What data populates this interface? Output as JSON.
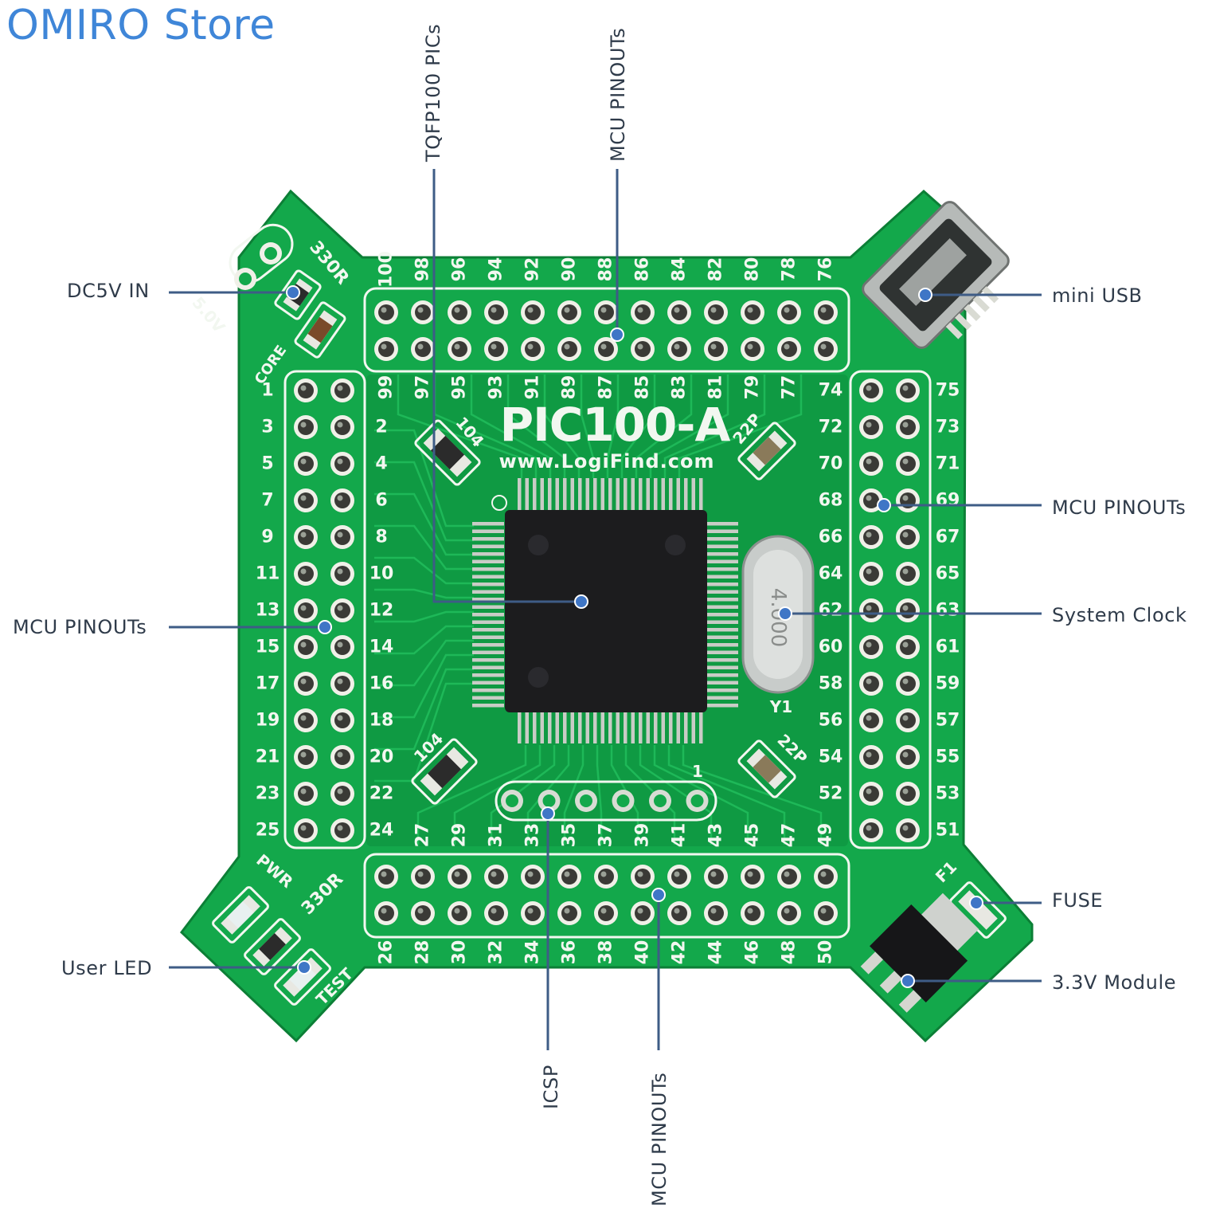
{
  "brand": "OMIRO Store",
  "colors": {
    "pcb": "#13a84b",
    "pcb_dark": "#0c7f36",
    "silk": "#f2f7f0",
    "chip": "#1c1c1e",
    "callout_line": "#3e5c86",
    "callout_dot": "#3f76c6",
    "brand": "#3f86d8"
  },
  "board": {
    "name": "PIC100-A",
    "url": "www.LogiFind.com",
    "silk_labels": {
      "c104": "104",
      "c22p": "22P",
      "r330": "330R",
      "v50": "5.0V",
      "core": "CORE",
      "pwr": "PWR",
      "test": "TEST",
      "y1": "Y1",
      "f1": "F1",
      "crystal": "4.000",
      "icsp_pin": "1"
    },
    "pins_top_odd": [
      "99",
      "97",
      "95",
      "93",
      "91",
      "89",
      "87",
      "85",
      "83",
      "81",
      "79",
      "77"
    ],
    "pins_top_even": [
      "100",
      "98",
      "96",
      "94",
      "92",
      "90",
      "88",
      "86",
      "84",
      "82",
      "80",
      "78",
      "76"
    ],
    "pins_left_odd": [
      "1",
      "3",
      "5",
      "7",
      "9",
      "11",
      "13",
      "15",
      "17",
      "19",
      "21",
      "23",
      "25"
    ],
    "pins_left_even": [
      "2",
      "4",
      "6",
      "8",
      "10",
      "12",
      "14",
      "16",
      "18",
      "20",
      "22",
      "24"
    ],
    "pins_right_inner": [
      "74",
      "72",
      "70",
      "68",
      "66",
      "64",
      "62",
      "60",
      "58",
      "56",
      "54",
      "52"
    ],
    "pins_right_outer": [
      "75",
      "73",
      "71",
      "69",
      "67",
      "65",
      "63",
      "61",
      "59",
      "57",
      "55",
      "53",
      "51"
    ],
    "pins_bottom_odd": [
      "27",
      "29",
      "31",
      "33",
      "35",
      "37",
      "39",
      "41",
      "43",
      "45",
      "47",
      "49"
    ],
    "pins_bottom_even": [
      "26",
      "28",
      "30",
      "32",
      "34",
      "36",
      "38",
      "40",
      "42",
      "44",
      "46",
      "48",
      "50"
    ]
  },
  "callouts": {
    "tqfp": "TQFP100 PICs",
    "mcu_top": "MCU PINOUTs",
    "dc5v": "DC5V IN",
    "mini_usb": "mini USB",
    "mcu_right": "MCU PINOUTs",
    "system_clock": "System Clock",
    "mcu_left": "MCU PINOUTs",
    "fuse": "FUSE",
    "user_led": "User LED",
    "module_33": "3.3V Module",
    "icsp": "ICSP",
    "mcu_bottom": "MCU PINOUTs"
  }
}
